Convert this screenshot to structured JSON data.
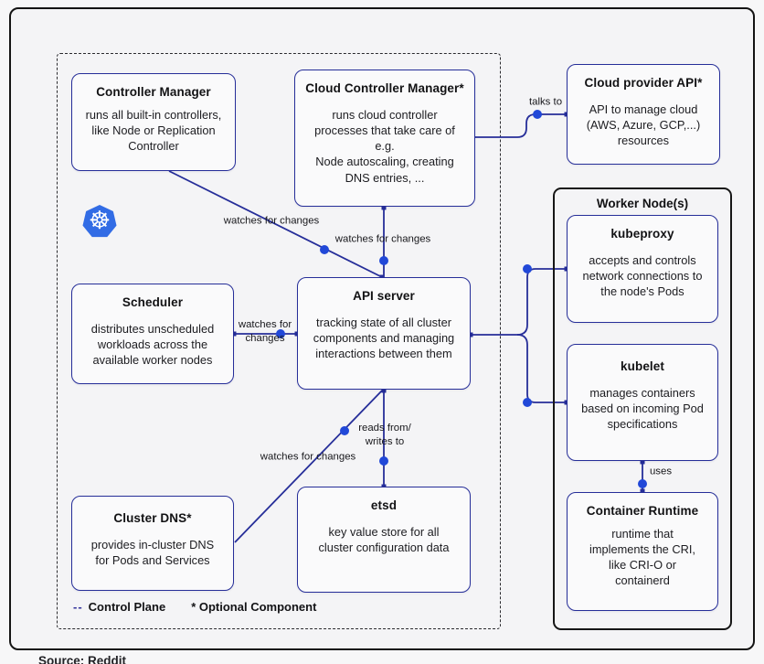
{
  "canvas": {
    "source_note": "Source: Reddit"
  },
  "legend": {
    "dash": "--",
    "control_plane": "Control Plane",
    "optional": "* Optional Component"
  },
  "boxes": {
    "controller_manager": {
      "title": "Controller Manager",
      "body": "runs all built-in controllers,\nlike Node or Replication\nController"
    },
    "cloud_controller_manager": {
      "title": "Cloud Controller Manager*",
      "body": "runs cloud controller\nprocesses that take care of\ne.g.\nNode autoscaling, creating\nDNS entries, ..."
    },
    "cloud_provider_api": {
      "title": "Cloud provider API*",
      "body": "API to manage cloud\n(AWS, Azure, GCP,...)\nresources"
    },
    "scheduler": {
      "title": "Scheduler",
      "body": "distributes unscheduled\nworkloads across the\navailable worker nodes"
    },
    "api_server": {
      "title": "API server",
      "body": "tracking state of all cluster\ncomponents and managing\ninteractions between them"
    },
    "cluster_dns": {
      "title": "Cluster DNS*",
      "body": "provides in-cluster DNS\nfor Pods and Services"
    },
    "etsd": {
      "title": "etsd",
      "body": "key value store for all\ncluster configuration data"
    },
    "worker_node": {
      "title": "Worker Node(s)"
    },
    "kubeproxy": {
      "title": "kubeproxy",
      "body": "accepts and controls\nnetwork connections to\nthe node's Pods"
    },
    "kubelet": {
      "title": "kubelet",
      "body": "manages containers\nbased on incoming Pod\nspecifications"
    },
    "container_runtime": {
      "title": "Container Runtime",
      "body": "runtime that\nimplements the CRI,\nlike CRI-O or\ncontainerd"
    }
  },
  "edge_labels": {
    "talks_to": "talks to",
    "cm_watches": "watches for changes",
    "ccm_watches": "watches for changes",
    "scheduler_watches": "watches for\nchanges",
    "reads_writes": "reads from/\nwrites to",
    "dns_watches": "watches for changes",
    "uses": "uses"
  },
  "icons": {
    "kubernetes_logo_glyph": "☸"
  },
  "colors": {
    "line_navy": "#262e99",
    "dot_blue": "#2148d8",
    "box_border": "#262e99",
    "logo_blue": "#326ce5",
    "frame_border": "#141414"
  }
}
